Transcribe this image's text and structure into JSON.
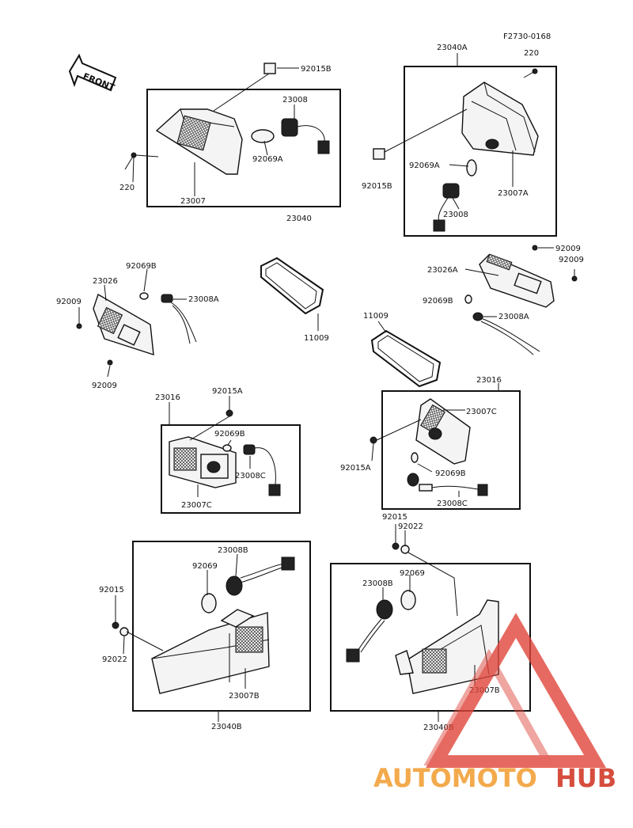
{
  "diagram_code": "F2730-0168",
  "front_arrow": {
    "text": "FRONT"
  },
  "labels": {
    "23040A": "23040A",
    "220_a": "220",
    "92015B_a": "92015B",
    "23008_a": "23008",
    "92069A_a": "92069A",
    "220_b": "220",
    "23007": "23007",
    "23040": "23040",
    "92015B_b": "92015B",
    "92069A_b": "92069A",
    "23007A": "23007A",
    "23008_b": "23008",
    "92069B_a": "92069B",
    "23026": "23026",
    "92009_a": "92009",
    "23008A_a": "23008A",
    "92009_b": "92009",
    "11009_a": "11009",
    "92009_c": "92009",
    "92009_d": "92009",
    "23026A": "23026A",
    "92069B_b": "92069B",
    "23008A_b": "23008A",
    "11009_b": "11009",
    "23016_a": "23016",
    "92015A_a": "92015A",
    "92069B_c": "92069B",
    "23008C_a": "23008C",
    "23007C_a": "23007C",
    "23016_b": "23016",
    "23007C_b": "23007C",
    "92015A_b": "92015A",
    "92069B_d": "92069B",
    "23008C_b": "23008C",
    "92015_a": "92015",
    "92022_a": "92022",
    "23008B_a": "23008B",
    "92069_a": "92069",
    "92015_b": "92015",
    "92022_b": "92022",
    "23007B_a": "23007B",
    "23040B_a": "23040B",
    "23008B_b": "23008B",
    "92069_b": "92069",
    "23007B_b": "23007B",
    "23040B_b": "23040B"
  },
  "watermark": {
    "part1": "AUTOMOTO",
    "part2": "HUB",
    "color1": "#f2a13a",
    "color2": "#d23a2a",
    "logo_color": "#e0453a"
  }
}
